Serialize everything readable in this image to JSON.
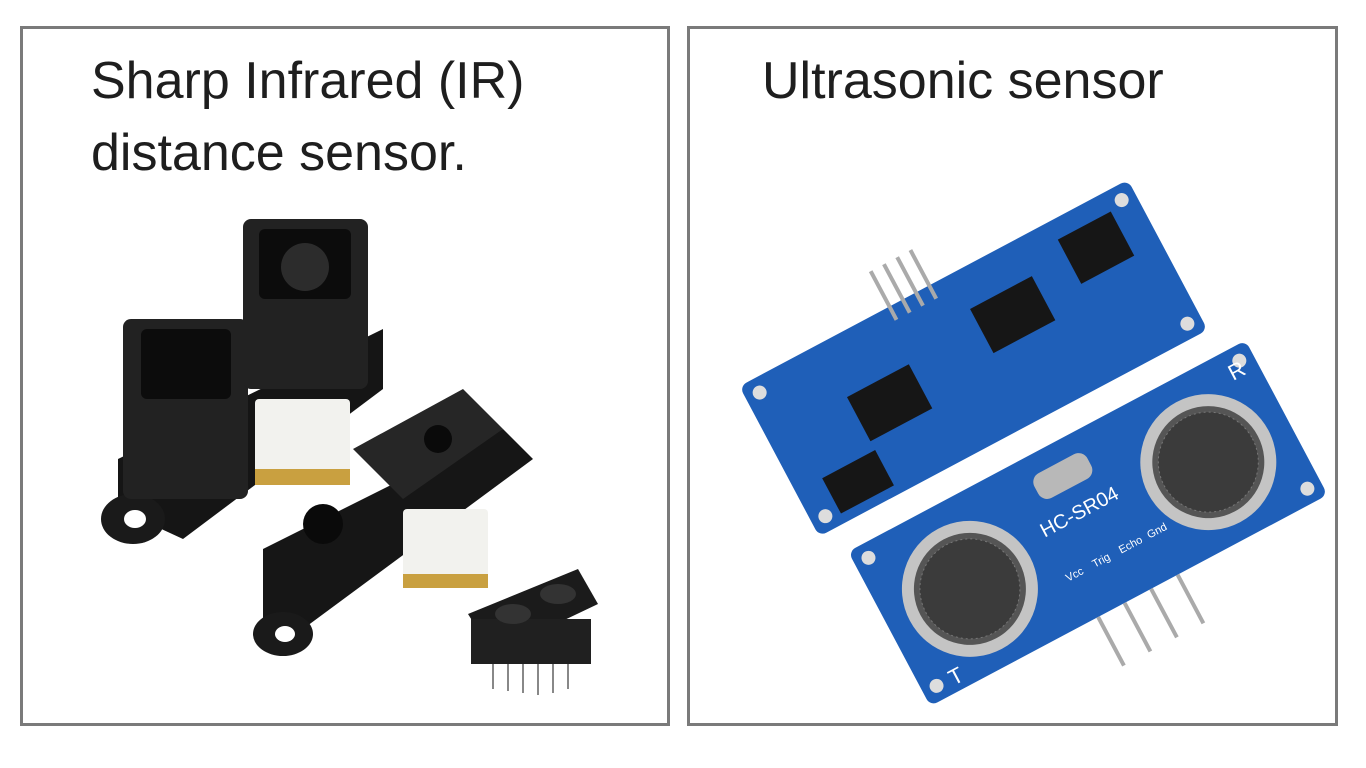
{
  "left_panel": {
    "title_line1": "Sharp Infrared (IR)",
    "title_line2": "distance sensor."
  },
  "right_panel": {
    "title": "Ultrasonic sensor",
    "board_model": "HC-SR04",
    "transmitter_label": "T",
    "receiver_label": "R",
    "pin_labels": [
      "Vcc",
      "Trig",
      "Echo",
      "Gnd"
    ]
  },
  "colors": {
    "pcb_blue": "#1f5fb8",
    "sensor_black": "#1c1c1c",
    "connector_white": "#f2f2ee",
    "border": "#7a7a7a"
  }
}
